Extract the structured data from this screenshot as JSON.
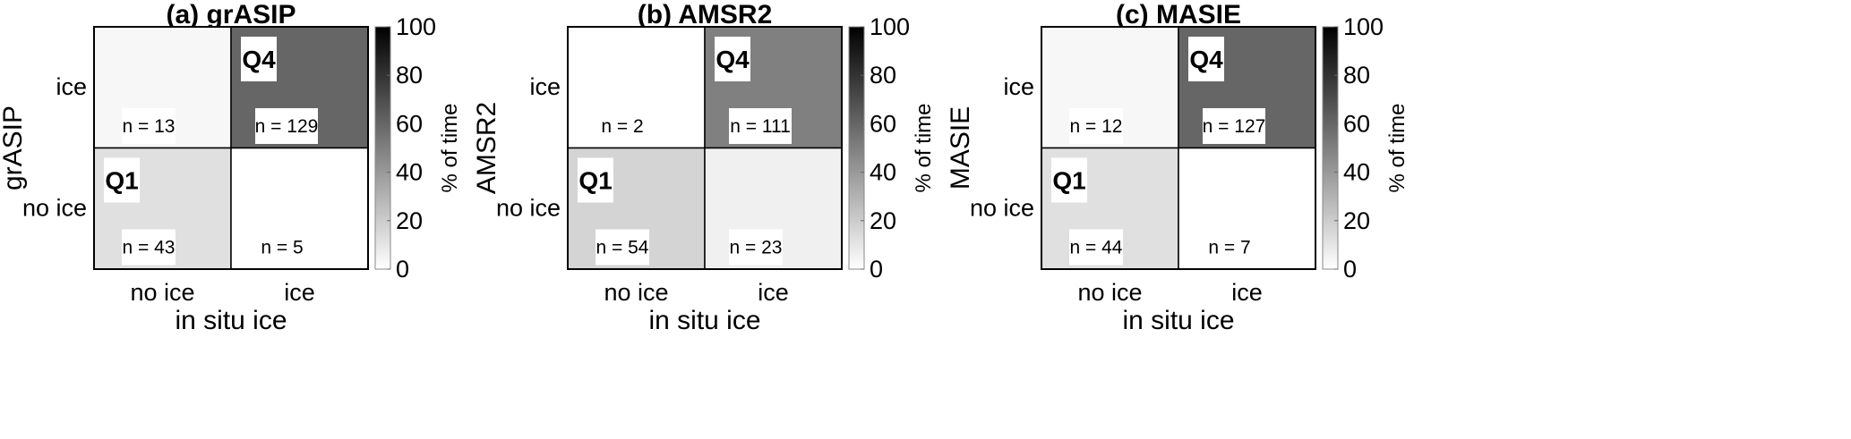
{
  "chart_data": [
    {
      "type": "heatmap",
      "title": "(a) grASIP",
      "xlabel": "in situ ice",
      "ylabel": "grASIP",
      "x_categories": [
        "no ice",
        "ice"
      ],
      "y_categories": [
        "ice",
        "no ice"
      ],
      "colorbar": {
        "label": "% of time",
        "range": [
          0,
          100
        ],
        "ticks": [
          "0",
          "20",
          "40",
          "60",
          "80",
          "100"
        ],
        "colormap": "gray-reversed"
      },
      "cells": [
        {
          "row": "ice",
          "col": "no ice",
          "n_label": "n = 13",
          "n": 13,
          "pct": 3,
          "quadrant": ""
        },
        {
          "row": "ice",
          "col": "ice",
          "n_label": "n = 129",
          "n": 129,
          "pct": 60,
          "quadrant": "Q4"
        },
        {
          "row": "no ice",
          "col": "no ice",
          "n_label": "n = 43",
          "n": 43,
          "pct": 12,
          "quadrant": "Q1"
        },
        {
          "row": "no ice",
          "col": "ice",
          "n_label": "n = 5",
          "n": 5,
          "pct": 0,
          "quadrant": ""
        }
      ]
    },
    {
      "type": "heatmap",
      "title": "(b) AMSR2",
      "xlabel": "in situ ice",
      "ylabel": "AMSR2",
      "x_categories": [
        "no ice",
        "ice"
      ],
      "y_categories": [
        "ice",
        "no ice"
      ],
      "colorbar": {
        "label": "% of time",
        "range": [
          0,
          100
        ],
        "ticks": [
          "0",
          "20",
          "40",
          "60",
          "80",
          "100"
        ],
        "colormap": "gray-reversed"
      },
      "cells": [
        {
          "row": "ice",
          "col": "no ice",
          "n_label": "n = 2",
          "n": 2,
          "pct": 0,
          "quadrant": ""
        },
        {
          "row": "ice",
          "col": "ice",
          "n_label": "n = 111",
          "n": 111,
          "pct": 50,
          "quadrant": "Q4"
        },
        {
          "row": "no ice",
          "col": "no ice",
          "n_label": "n = 54",
          "n": 54,
          "pct": 17,
          "quadrant": "Q1"
        },
        {
          "row": "no ice",
          "col": "ice",
          "n_label": "n = 23",
          "n": 23,
          "pct": 6,
          "quadrant": ""
        }
      ]
    },
    {
      "type": "heatmap",
      "title": "(c) MASIE",
      "xlabel": "in situ ice",
      "ylabel": "MASIE",
      "x_categories": [
        "no ice",
        "ice"
      ],
      "y_categories": [
        "ice",
        "no ice"
      ],
      "colorbar": {
        "label": "% of time",
        "range": [
          0,
          100
        ],
        "ticks": [
          "0",
          "20",
          "40",
          "60",
          "80",
          "100"
        ],
        "colormap": "gray-reversed"
      },
      "cells": [
        {
          "row": "ice",
          "col": "no ice",
          "n_label": "n = 12",
          "n": 12,
          "pct": 3,
          "quadrant": ""
        },
        {
          "row": "ice",
          "col": "ice",
          "n_label": "n = 127",
          "n": 127,
          "pct": 60,
          "quadrant": "Q4"
        },
        {
          "row": "no ice",
          "col": "no ice",
          "n_label": "n = 44",
          "n": 44,
          "pct": 12,
          "quadrant": "Q1"
        },
        {
          "row": "no ice",
          "col": "ice",
          "n_label": "n = 7",
          "n": 7,
          "pct": 0,
          "quadrant": ""
        }
      ]
    }
  ]
}
